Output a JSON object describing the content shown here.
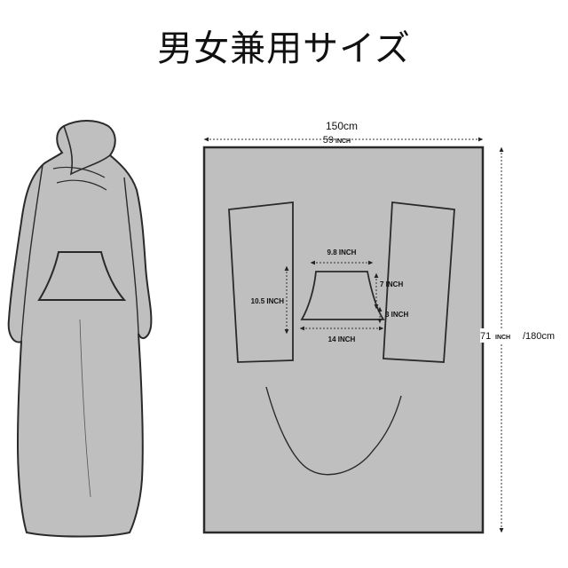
{
  "title": "男女兼用サイズ",
  "colors": {
    "fabric": "#bfbfbf",
    "outline": "#2a2a2a",
    "background": "#ffffff",
    "dim_line": "#333333"
  },
  "blanket_dimensions": {
    "width_cm": "150cm",
    "width_inch_value": "59",
    "width_inch_unit": "INCH",
    "height_inch_value": "71",
    "height_inch_unit": "INCH",
    "height_cm": "/180cm"
  },
  "pocket_dimensions": {
    "top_width": "9.8 INCH",
    "bottom_width": "14 INCH",
    "side_height": "7 INCH",
    "side_bottom": "3 INCH"
  },
  "sleeve_dimensions": {
    "length": "10.5 INCH"
  }
}
